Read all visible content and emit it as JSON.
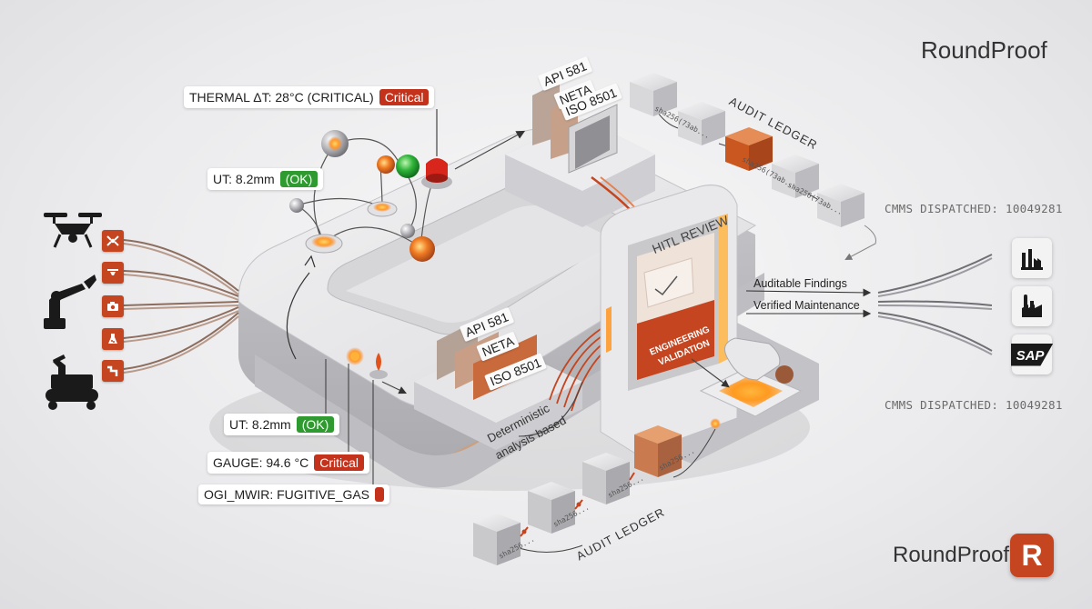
{
  "brand": {
    "name": "RoundProof",
    "logo_letter": "R"
  },
  "callouts": {
    "thermal": {
      "text": "THERMAL ΔT: 28°C (CRITICAL)",
      "tag": "Critical"
    },
    "ut_top": {
      "text": "UT: 8.2mm",
      "tag": "(OK)"
    },
    "ut_bottom": {
      "text": "UT: 8.2mm",
      "tag": "(OK)"
    },
    "gauge": {
      "text": "GAUGE: 94.6 °C",
      "tag": "Critical"
    },
    "ogi": {
      "text": "OGI_MWIR: FUGITIVE_GAS"
    }
  },
  "standards_top": [
    "API 581",
    "NETA",
    "ISO 8501"
  ],
  "standards_mid": [
    "API 581",
    "NETA",
    "ISO 8501"
  ],
  "deterministic": {
    "line1": "Deterministic",
    "line2": "analysis based"
  },
  "hitl": {
    "title": "HITL REVIEW",
    "screen_line1": "ENGINEERING",
    "screen_line2": "VALIDATION"
  },
  "audit_ledger_top": {
    "title": "AUDIT LEDGER",
    "hashes": [
      "sha256(73ab...",
      "sha256(73ab...",
      "sha256(73ab..."
    ]
  },
  "audit_ledger_bottom": {
    "title": "AUDIT LEDGER",
    "hashes": [
      "sha256...",
      "sha256...",
      "sha256...",
      "sha256..."
    ]
  },
  "cmms": {
    "top": "CMMS DISPATCHED: 10049281",
    "bottom": "CMMS DISPATCHED: 10049281"
  },
  "outputs": {
    "auditable": "Auditable Findings",
    "verified": "Verified Maintenance",
    "systems": [
      "refinery-icon",
      "factory-icon",
      "sap-logo"
    ],
    "sap_label": "SAP"
  },
  "inputs": {
    "devices": [
      "drone-icon",
      "robot-arm-icon",
      "tracked-robot-icon"
    ],
    "sensors": [
      "drone-sensor-icon",
      "drone-mini-icon",
      "camera-icon",
      "gas-flask-icon",
      "pipe-gauge-icon"
    ]
  },
  "colors": {
    "accent": "#c4451f",
    "critical": "#c4321c",
    "ok": "#2f9a2f",
    "platform": "#d9d9dc"
  }
}
